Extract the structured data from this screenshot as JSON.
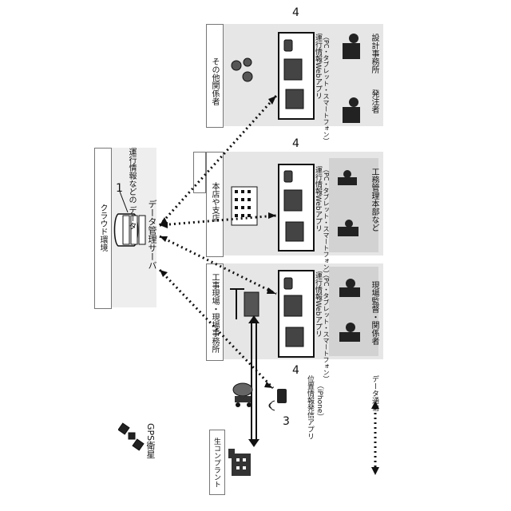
{
  "cloud": {
    "label": "クラウド環境",
    "server_label": "データ管理サーバ",
    "server_note": "運行情報などの\nデータ",
    "server_number": "1"
  },
  "sections": {
    "site": {
      "label": "工事現場・現場事務所",
      "people_label": "現場監督・関係者"
    },
    "branch": {
      "label": "本店や支店",
      "people_label": "工務管理本部など"
    },
    "other": {
      "label": "その他関係者",
      "people_label_a": "設計事務所",
      "people_label_b": "発注者"
    }
  },
  "app": {
    "label": "運行情報Webアプリ",
    "sub": "（PC・タブレット・スマートフォン）",
    "number": "4"
  },
  "gps": {
    "label": "GPS衛星"
  },
  "plant": {
    "label": "生コンプラント"
  },
  "position_app": {
    "label": "位置情報発信アプリ",
    "sub": "（iPhone）",
    "number": "3"
  },
  "legend": {
    "label": "データ通信"
  }
}
